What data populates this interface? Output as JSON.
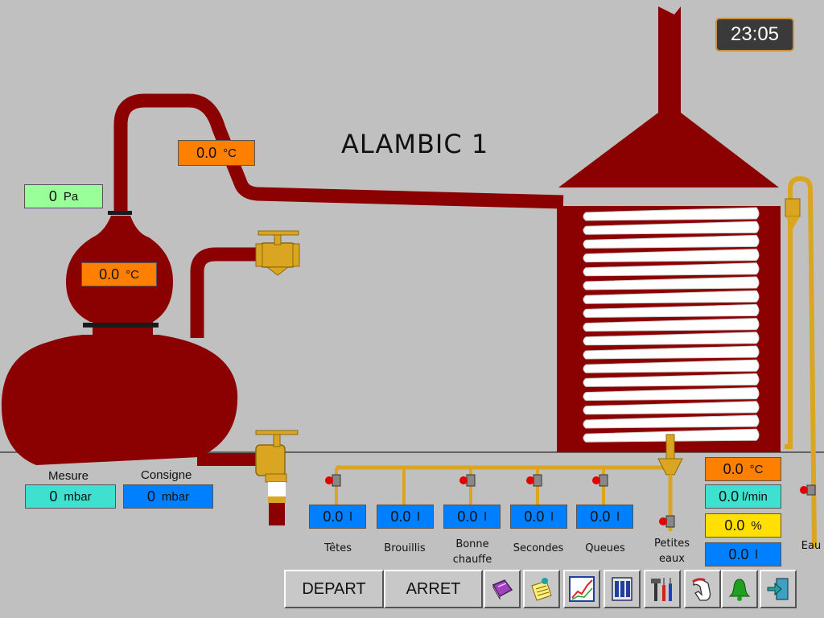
{
  "title": "ALAMBIC 1",
  "clock": "23:05",
  "pressure": {
    "value": "0",
    "unit": "Pa"
  },
  "temp_col": {
    "value": "0.0",
    "unit": "°C"
  },
  "temp_head": {
    "value": "0.0",
    "unit": "°C"
  },
  "mesure": {
    "label": "Mesure",
    "value": "0",
    "unit": "mbar"
  },
  "consigne": {
    "label": "Consigne",
    "value": "0",
    "unit": "mbar"
  },
  "fractions": [
    {
      "label": "Têtes",
      "value": "0.0",
      "unit": "l"
    },
    {
      "label": "Brouillis",
      "value": "0.0",
      "unit": "l"
    },
    {
      "label": "Bonne chauffe",
      "value": "0.0",
      "unit": "l"
    },
    {
      "label": "Secondes",
      "value": "0.0",
      "unit": "l"
    },
    {
      "label": "Queues",
      "value": "0.0",
      "unit": "l"
    }
  ],
  "petites_eaux": {
    "label": "Petites eaux"
  },
  "cooling": {
    "temp": {
      "value": "0.0",
      "unit": "°C"
    },
    "flow": {
      "value": "0.0",
      "unit": "l/min"
    },
    "percent": {
      "value": "0.0",
      "unit": "%"
    },
    "volume": {
      "value": "0.0",
      "unit": "l"
    }
  },
  "eau_label": "Eau",
  "buttons": {
    "depart": "DEPART",
    "arret": "ARRET"
  },
  "icons": [
    "book-icon",
    "notepad-icon",
    "chart-icon",
    "panel-icon",
    "tools-icon",
    "hand-icon",
    "bell-icon",
    "exit-icon"
  ],
  "colors": {
    "copper": "#8b0000",
    "brass": "#daa520",
    "background": "#c0c0c0"
  }
}
